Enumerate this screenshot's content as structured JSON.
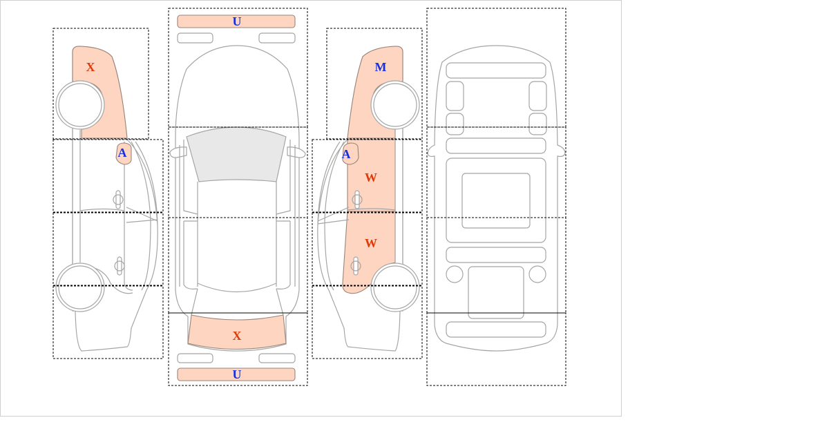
{
  "diagram": {
    "title": "Vehicle damage inspection diagram",
    "colors": {
      "damage_fill": "#fdd5c0",
      "label_red": "#e03a0a",
      "label_blue": "#1530e0",
      "outline": "#a5a5a5",
      "glass": "#e8e8e8"
    },
    "views": [
      {
        "name": "left-side-view"
      },
      {
        "name": "top-view"
      },
      {
        "name": "right-side-view"
      },
      {
        "name": "underside-view"
      }
    ],
    "marks": {
      "left_front_fender": {
        "code": "X",
        "color": "#e03a0a"
      },
      "left_mirror": {
        "code": "A",
        "color": "#1530e0"
      },
      "front_bumper": {
        "code": "U",
        "color": "#1530e0"
      },
      "rear_hatch": {
        "code": "X",
        "color": "#e03a0a"
      },
      "rear_bumper": {
        "code": "U",
        "color": "#1530e0"
      },
      "right_front_fender": {
        "code": "M",
        "color": "#1530e0"
      },
      "right_mirror": {
        "code": "A",
        "color": "#1530e0"
      },
      "right_front_door": {
        "code": "W",
        "color": "#e03a0a"
      },
      "right_rear_door": {
        "code": "W",
        "color": "#e03a0a"
      }
    }
  }
}
